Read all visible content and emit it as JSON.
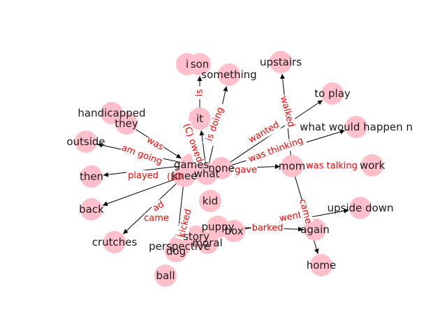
{
  "nodes": [
    {
      "id": "i",
      "label": "i"
    },
    {
      "id": "son",
      "label": "son"
    },
    {
      "id": "something",
      "label": "something"
    },
    {
      "id": "upstairs",
      "label": "upstairs"
    },
    {
      "id": "to_play",
      "label": "to play"
    },
    {
      "id": "handicapped",
      "label": "handicapped"
    },
    {
      "id": "they",
      "label": "they"
    },
    {
      "id": "it",
      "label": "it"
    },
    {
      "id": "what_would_happen",
      "label": "what would happen n"
    },
    {
      "id": "outside",
      "label": "outside"
    },
    {
      "id": "games",
      "label": "games"
    },
    {
      "id": "none",
      "label": "none"
    },
    {
      "id": "mom",
      "label": "mom"
    },
    {
      "id": "work",
      "label": "work"
    },
    {
      "id": "then",
      "label": "then"
    },
    {
      "id": "knee",
      "label": "knee"
    },
    {
      "id": "what",
      "label": "what"
    },
    {
      "id": "kid",
      "label": "kid"
    },
    {
      "id": "back",
      "label": "back"
    },
    {
      "id": "upside_down",
      "label": "upside down"
    },
    {
      "id": "puppy",
      "label": "puppy"
    },
    {
      "id": "box",
      "label": "box"
    },
    {
      "id": "again",
      "label": "again"
    },
    {
      "id": "crutches",
      "label": "crutches"
    },
    {
      "id": "story",
      "label": "story"
    },
    {
      "id": "moral",
      "label": "moral"
    },
    {
      "id": "perspective",
      "label": "perspective"
    },
    {
      "id": "dog",
      "label": "dog"
    },
    {
      "id": "home",
      "label": "home"
    },
    {
      "id": "ball",
      "label": "ball"
    }
  ],
  "edges": [
    {
      "from": "it",
      "to": "son",
      "label": "is"
    },
    {
      "from": "what",
      "to": "something",
      "label": "is doing"
    },
    {
      "from": "mom",
      "to": "upstairs",
      "label": "walked"
    },
    {
      "from": "none",
      "to": "to_play",
      "label": "wanted"
    },
    {
      "from": "what",
      "to": "it",
      "label": "(C) owed"
    },
    {
      "from": "they",
      "to": "games",
      "label": "was"
    },
    {
      "from": "games",
      "to": "outside",
      "label": "am going"
    },
    {
      "from": "games",
      "to": "then",
      "label": "played"
    },
    {
      "from": "none",
      "to": "what_would_happen",
      "label": "was thinking"
    },
    {
      "from": "none",
      "to": "mom",
      "label": "gave"
    },
    {
      "from": "knee",
      "to": "back",
      "label": "ad"
    },
    {
      "from": "knee",
      "to": "crutches",
      "label": "came"
    },
    {
      "from": "knee",
      "to": "dog",
      "label": "kicked"
    },
    {
      "from": "box",
      "to": "upside_down",
      "label": "went"
    },
    {
      "from": "puppy",
      "to": "again",
      "label": "barked"
    },
    {
      "from": "mom",
      "to": "home",
      "label": "came"
    }
  ],
  "extra_labels": [
    {
      "id": "was_talking",
      "label": "was talking"
    },
    {
      "id": "frag_lo",
      "label": "(LO"
    }
  ]
}
